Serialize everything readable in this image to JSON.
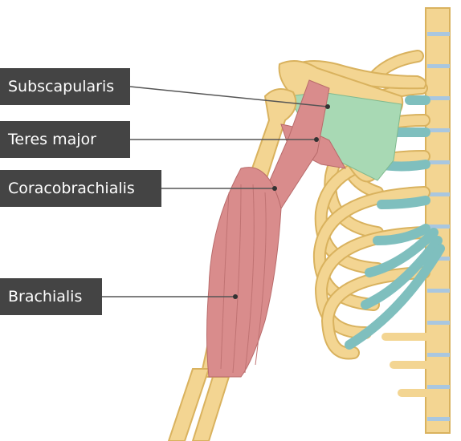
{
  "colors": {
    "bone": "#f3d592",
    "bone_outline": "#d9b25e",
    "cartilage": "#7fbfbe",
    "muscle_red": "#d98c8c",
    "muscle_green": "#a8d9b4",
    "vertebra_disc": "#a9c7e0",
    "label_bg": "#444444",
    "label_text": "#ffffff",
    "leader_line": "#555555"
  },
  "labels": {
    "subscapularis": "Subscapularis",
    "teres_major": "Teres major",
    "coracobrachialis": "Coracobrachialis",
    "brachialis": "Brachialis"
  }
}
